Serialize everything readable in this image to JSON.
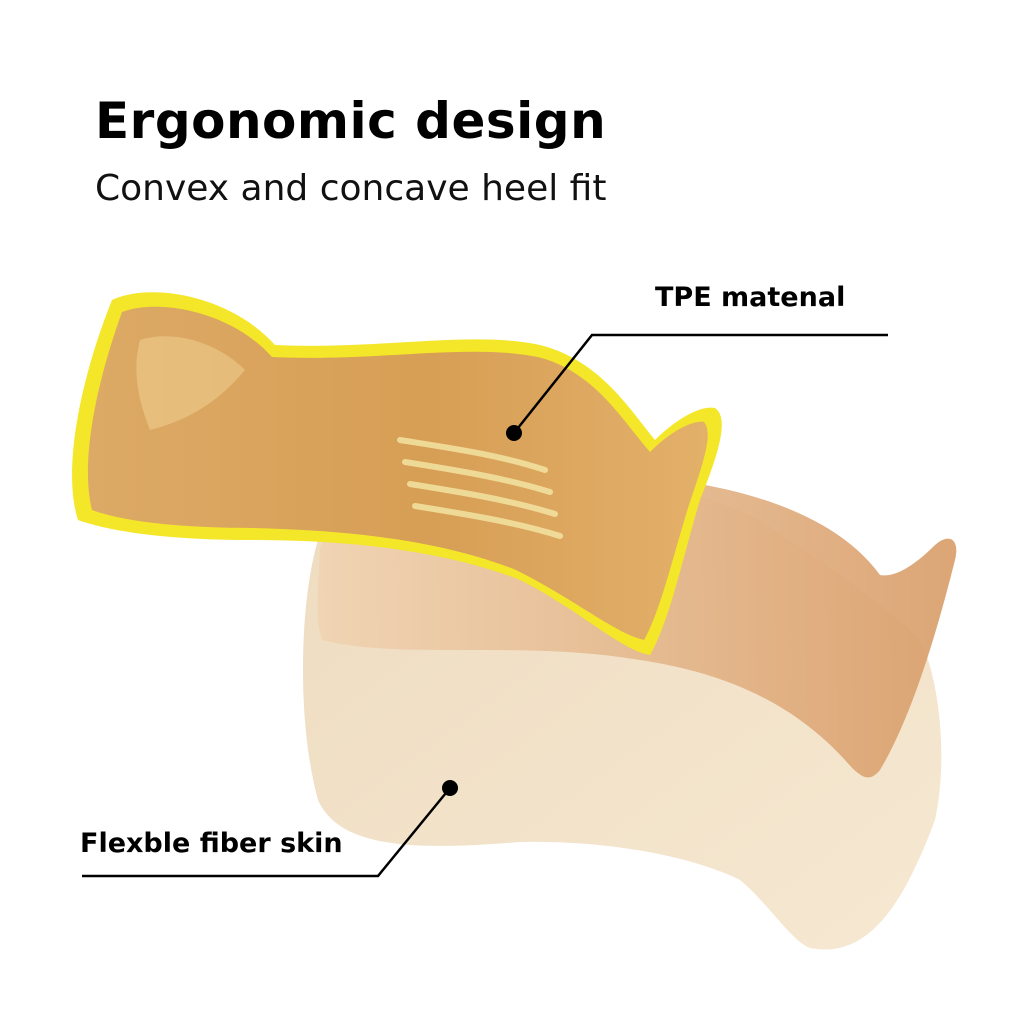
{
  "header": {
    "title": "Ergonomic design",
    "subtitle": "Convex and concave heel fit"
  },
  "callouts": {
    "tpe": "TPE matenal",
    "fiber": "Flexble fiber skin"
  },
  "colors": {
    "highlight": "#f2e423",
    "gel": "#d9a45c",
    "fiber": "#efdcbf",
    "line": "#000000"
  }
}
